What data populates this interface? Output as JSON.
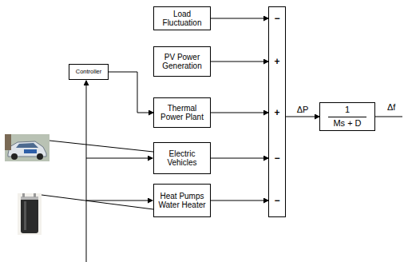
{
  "diagram": {
    "nodes": [
      {
        "text": [
          "Controller"
        ]
      },
      {
        "text": [
          "Load Fluctuation"
        ]
      },
      {
        "text": [
          "PV Power Generation"
        ]
      },
      {
        "text": [
          "Thermal Power Plant"
        ]
      },
      {
        "text": [
          "Electric Vehicles"
        ]
      },
      {
        "text": [
          "Heat Pumps Water Heater"
        ]
      },
      {
        "text": [
          "−",
          "+",
          "+",
          "−",
          "−"
        ]
      },
      {
        "text": [
          "1",
          "Ms + D"
        ]
      }
    ],
    "edges": [
      {
        "from": 0,
        "to": 3,
        "arrow": "to"
      },
      {
        "from": 1,
        "to": 6,
        "arrow": "to"
      },
      {
        "from": 2,
        "to": 6,
        "arrow": "to"
      },
      {
        "from": 3,
        "to": 6,
        "arrow": "to"
      },
      {
        "from": 4,
        "to": 6,
        "arrow": "to"
      },
      {
        "from": 5,
        "to": 6,
        "arrow": "to"
      },
      {
        "from": 6,
        "to": 7,
        "label": "ΔP",
        "arrow": "to"
      }
    ],
    "labels": [
      "Δf"
    ]
  }
}
